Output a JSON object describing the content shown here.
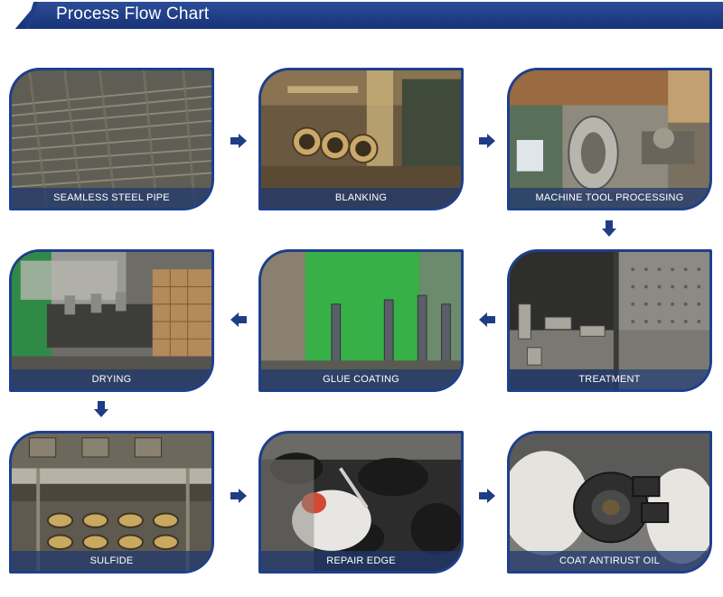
{
  "header": {
    "title": "Process Flow Chart"
  },
  "steps": [
    {
      "label": "SEAMLESS STEEL PIPE"
    },
    {
      "label": "BLANKING"
    },
    {
      "label": "MACHINE TOOL PROCESSING"
    },
    {
      "label": "TREATMENT"
    },
    {
      "label": "GLUE COATING"
    },
    {
      "label": "DRYING"
    },
    {
      "label": "SULFIDE"
    },
    {
      "label": "REPAIR EDGE"
    },
    {
      "label": "COAT ANTIRUST OIL"
    }
  ],
  "colors": {
    "header": "#1f3d85",
    "frame": "#1e3f8c",
    "arrow": "#1f3d85"
  }
}
